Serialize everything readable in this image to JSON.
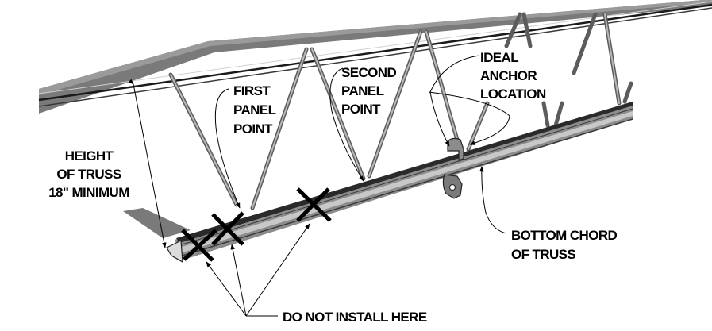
{
  "diagram": {
    "title": "Truss anchor installation location",
    "labels": {
      "first_panel": [
        "FIRST",
        "PANEL",
        "POINT"
      ],
      "second_panel": [
        "SECOND",
        "PANEL",
        "POINT"
      ],
      "ideal_anchor": [
        "IDEAL",
        "ANCHOR",
        "LOCATION"
      ],
      "height_of_truss": [
        "HEIGHT",
        "OF TRUSS",
        "18\" MINIMUM"
      ],
      "bottom_chord": [
        "BOTTOM CHORD",
        "OF TRUSS"
      ],
      "do_not_install": "DO NOT INSTALL HERE"
    },
    "colors": {
      "chord_dark": "#4a4a4a",
      "chord_mid": "#8c8c8c",
      "chord_light": "#c8c8c8",
      "web": "#5c5c5c",
      "ink": "#000000"
    }
  }
}
